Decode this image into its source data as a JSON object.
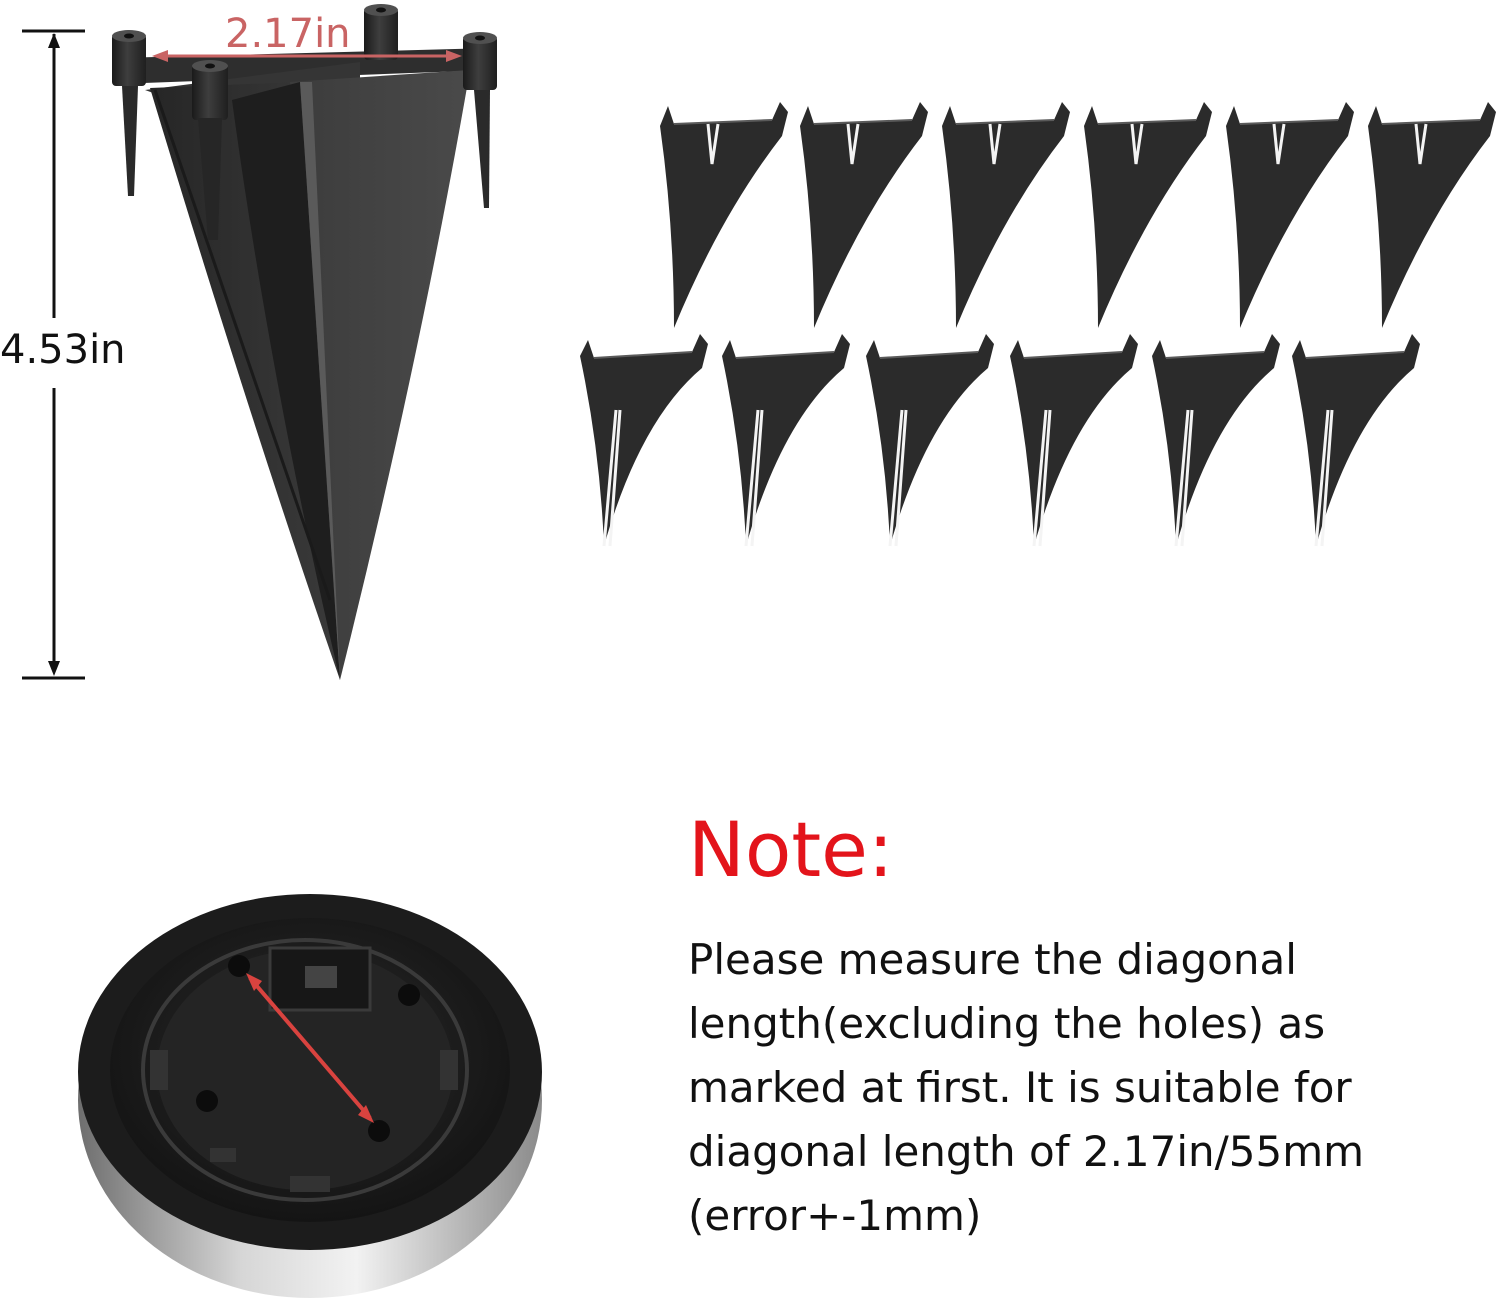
{
  "dimensions": {
    "height_label": "4.53in",
    "width_label": "2.17in"
  },
  "note": {
    "title": "Note:",
    "lines": [
      "Please measure the diagonal",
      "length(excluding the holes) as",
      "marked at first. It is suitable for",
      "diagonal length of  2.17in/55mm",
      "(error+-1mm)"
    ]
  },
  "colors": {
    "accent_red": "#e3141b",
    "dimension_pink": "#c96464",
    "measure_arrow": "#d9433f",
    "part_black": "#2b2b2b"
  }
}
